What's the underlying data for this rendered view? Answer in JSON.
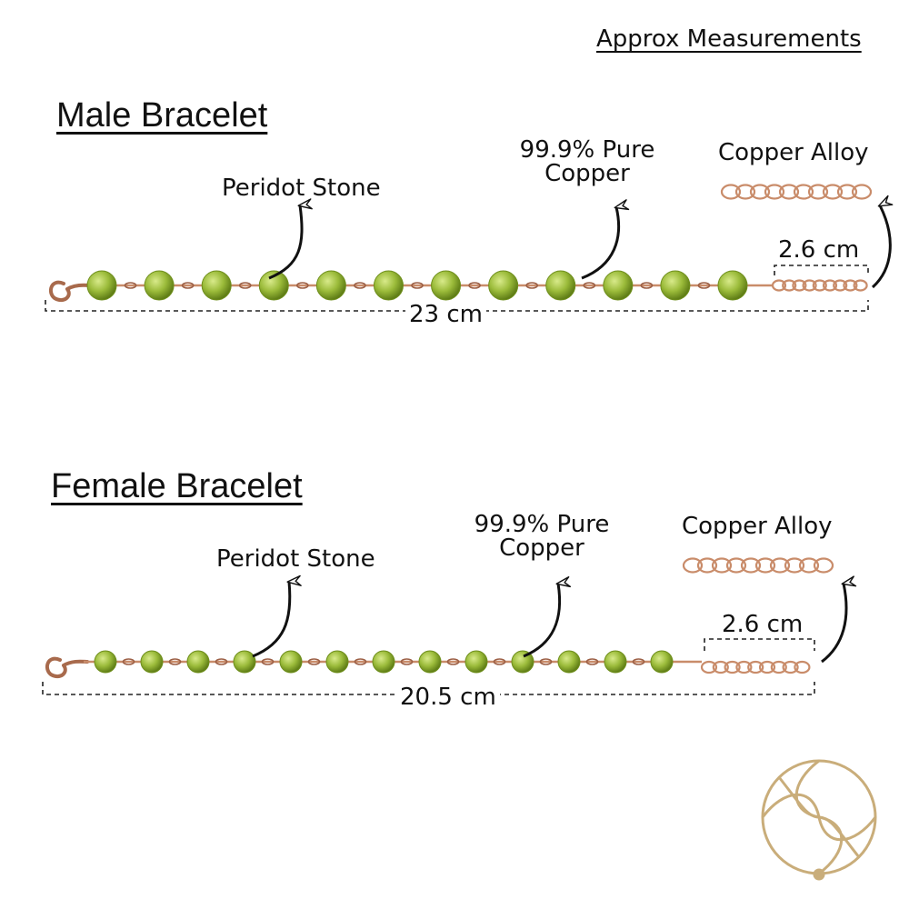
{
  "header": {
    "note": "Approx Measurements"
  },
  "male": {
    "title": "Male Bracelet",
    "stone_label": "Peridot Stone",
    "copper_line1": "99.9% Pure",
    "copper_line2": "Copper",
    "alloy_label": "Copper Alloy",
    "extension_length": "2.6 cm",
    "total_length": "23 cm",
    "bead_count": 12
  },
  "female": {
    "title": "Female Bracelet",
    "stone_label": "Peridot Stone",
    "copper_line1": "99.9% Pure",
    "copper_line2": "Copper",
    "alloy_label": "Copper Alloy",
    "extension_length": "2.6 cm",
    "total_length": "20.5 cm",
    "bead_count": 13
  },
  "colors": {
    "bead": "#9bbb3a",
    "bead_dark": "#6f8f1c",
    "copper": "#c98c6a",
    "copper_dark": "#9c5f45",
    "logo": "#c9ad7a"
  }
}
